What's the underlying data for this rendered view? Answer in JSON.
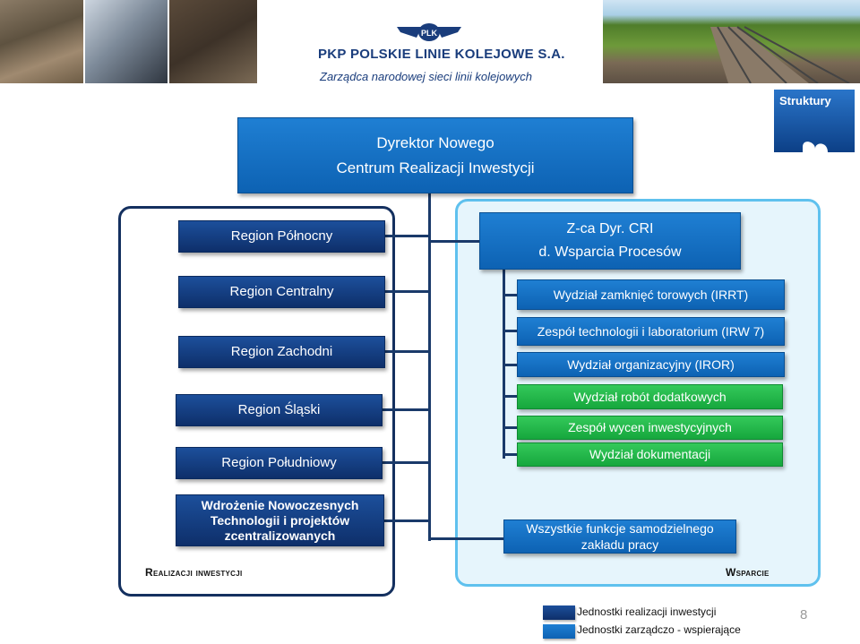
{
  "header": {
    "brand_name": "PKP POLSKIE LINIE KOLEJOWE S.A.",
    "brand_tagline": "Zarządca narodowej sieci linii kolejowych",
    "logo_text": "PLK"
  },
  "struktury_label": "Struktury",
  "director": {
    "line1": "Dyrektor Nowego",
    "line2": "Centrum Realizacji Inwestycji"
  },
  "left": {
    "regions": [
      "Region Północny",
      "Region Centralny",
      "Region Zachodni",
      "Region Śląski",
      "Region Południowy"
    ],
    "wdrozenie": [
      "Wdrożenie Nowoczesnych",
      "Technologii i projektów",
      "zcentralizowanych"
    ],
    "footer": "Realizacji inwestycji",
    "footer_first": "R"
  },
  "right": {
    "deputy_line1": "Z-ca Dyr. CRI",
    "deputy_line2": "d. Wsparcia Procesów",
    "units_blue": [
      "Wydział  zamknięć torowych (IRRT)",
      "Zespół technologii i laboratorium (IRW 7)",
      "Wydział organizacyjny (IROR)"
    ],
    "units_green": [
      "Wydział robót dodatkowych",
      "Zespół wycen inwestycyjnych",
      "Wydział dokumentacji"
    ],
    "functions": [
      "Wszystkie funkcje samodzielnego",
      "zakładu pracy"
    ],
    "footer": "Wsparcie"
  },
  "legend": {
    "item1": "Jednostki realizacji inwestycji",
    "item2": "Jednostki zarządczo - wspierające"
  },
  "page_number": "8",
  "colors": {
    "dark_navy": "#0e2f6a",
    "bright_blue": "#0d62b3",
    "green": "#16a73d",
    "light_cyan_panel": "#e6f5fc",
    "cyan_border": "#5fc1ee"
  }
}
